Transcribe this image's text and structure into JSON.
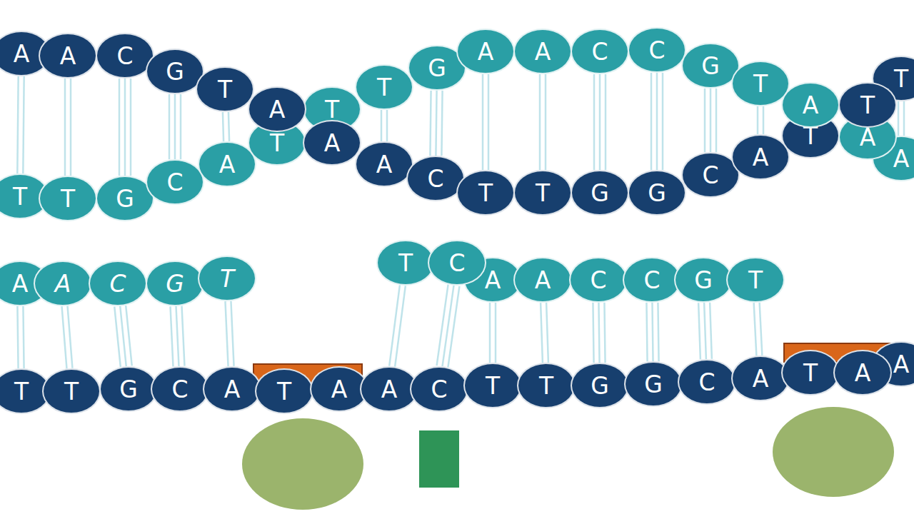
{
  "diagram": {
    "nodes": [
      {
        "text": [
          "A"
        ]
      },
      {
        "text": [
          "A"
        ]
      },
      {
        "text": [
          "C"
        ]
      },
      {
        "text": [
          "G"
        ]
      },
      {
        "text": [
          "T"
        ]
      },
      {
        "text": [
          "A"
        ]
      },
      {
        "text": [
          "T"
        ]
      },
      {
        "text": [
          "T"
        ]
      },
      {
        "text": [
          "G"
        ]
      },
      {
        "text": [
          "A"
        ]
      },
      {
        "text": [
          "A"
        ]
      },
      {
        "text": [
          "C"
        ]
      },
      {
        "text": [
          "C"
        ]
      },
      {
        "text": [
          "G"
        ]
      },
      {
        "text": [
          "T"
        ]
      },
      {
        "text": [
          "A"
        ]
      },
      {
        "text": [
          "T"
        ]
      },
      {
        "text": [
          "T"
        ]
      },
      {
        "text": [
          "T"
        ]
      },
      {
        "text": [
          "T"
        ]
      },
      {
        "text": [
          "G"
        ]
      },
      {
        "text": [
          "C"
        ]
      },
      {
        "text": [
          "A"
        ]
      },
      {
        "text": [
          "T"
        ]
      },
      {
        "text": [
          "A"
        ]
      },
      {
        "text": [
          "A"
        ]
      },
      {
        "text": [
          "C"
        ]
      },
      {
        "text": [
          "T"
        ]
      },
      {
        "text": [
          "T"
        ]
      },
      {
        "text": [
          "G"
        ]
      },
      {
        "text": [
          "G"
        ]
      },
      {
        "text": [
          "C"
        ]
      },
      {
        "text": [
          "A"
        ]
      },
      {
        "text": [
          "T"
        ]
      },
      {
        "text": [
          "A"
        ]
      },
      {
        "text": [
          "A"
        ]
      },
      {
        "text": [
          "A"
        ]
      },
      {
        "text": [
          "A"
        ]
      },
      {
        "text": [
          "C"
        ]
      },
      {
        "text": [
          "G"
        ]
      },
      {
        "text": [
          "T"
        ]
      },
      {
        "text": [
          "T"
        ]
      },
      {
        "text": [
          "C"
        ]
      },
      {
        "text": [
          "A"
        ]
      },
      {
        "text": [
          "A"
        ]
      },
      {
        "text": [
          "C"
        ]
      },
      {
        "text": [
          "C"
        ]
      },
      {
        "text": [
          "G"
        ]
      },
      {
        "text": [
          "T"
        ]
      },
      {
        "text": [
          "T"
        ]
      },
      {
        "text": [
          "T"
        ]
      },
      {
        "text": [
          "G"
        ]
      },
      {
        "text": [
          "C"
        ]
      },
      {
        "text": [
          "A"
        ]
      },
      {
        "text": [
          "T"
        ]
      },
      {
        "text": [
          "A"
        ]
      },
      {
        "text": [
          "A"
        ]
      },
      {
        "text": [
          "C"
        ]
      },
      {
        "text": [
          "T"
        ]
      },
      {
        "text": [
          "T"
        ]
      },
      {
        "text": [
          "G"
        ]
      },
      {
        "text": [
          "G"
        ]
      },
      {
        "text": [
          "C"
        ]
      },
      {
        "text": [
          "A"
        ]
      },
      {
        "text": [
          "T"
        ]
      },
      {
        "text": [
          "A"
        ]
      },
      {
        "text": [
          "A"
        ]
      }
    ],
    "edges": [
      {
        "from": 0,
        "to": 18,
        "arrow": "none"
      },
      {
        "from": 1,
        "to": 19,
        "arrow": "none"
      },
      {
        "from": 2,
        "to": 20,
        "arrow": "none"
      },
      {
        "from": 3,
        "to": 21,
        "arrow": "none"
      },
      {
        "from": 4,
        "to": 22,
        "arrow": "none"
      },
      {
        "from": 7,
        "to": 25,
        "arrow": "none"
      },
      {
        "from": 8,
        "to": 26,
        "arrow": "none"
      },
      {
        "from": 9,
        "to": 27,
        "arrow": "none"
      },
      {
        "from": 10,
        "to": 28,
        "arrow": "none"
      },
      {
        "from": 11,
        "to": 29,
        "arrow": "none"
      },
      {
        "from": 12,
        "to": 30,
        "arrow": "none"
      },
      {
        "from": 13,
        "to": 31,
        "arrow": "none"
      },
      {
        "from": 14,
        "to": 32,
        "arrow": "none"
      },
      {
        "from": 17,
        "to": 35,
        "arrow": "none"
      },
      {
        "from": 36,
        "to": 49,
        "arrow": "none"
      },
      {
        "from": 37,
        "to": 50,
        "arrow": "none"
      },
      {
        "from": 38,
        "to": 51,
        "arrow": "none"
      },
      {
        "from": 39,
        "to": 52,
        "arrow": "none"
      },
      {
        "from": 40,
        "to": 53,
        "arrow": "none"
      },
      {
        "from": 41,
        "to": 56,
        "arrow": "none"
      },
      {
        "from": 42,
        "to": 57,
        "arrow": "none"
      },
      {
        "from": 43,
        "to": 58,
        "arrow": "none"
      },
      {
        "from": 44,
        "to": 59,
        "arrow": "none"
      },
      {
        "from": 45,
        "to": 60,
        "arrow": "none"
      },
      {
        "from": 46,
        "to": 61,
        "arrow": "none"
      },
      {
        "from": 47,
        "to": 62,
        "arrow": "none"
      },
      {
        "from": 48,
        "to": 63,
        "arrow": "none"
      }
    ]
  }
}
